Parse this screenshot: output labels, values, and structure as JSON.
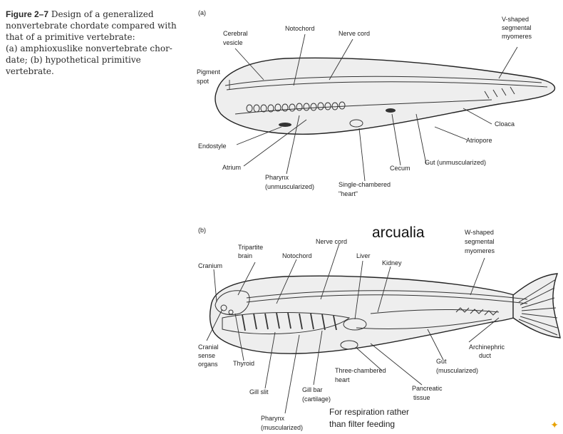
{
  "caption": {
    "figure_label": "Figure 2–7",
    "title": "Design of a generalized",
    "lines": [
      "nonvertebrate chordate compared with",
      "that of a primitive vertebrate:",
      "(a) amphioxuslike nonvertebrate chor-",
      "date; (b) hypothetical primitive",
      "vertebrate."
    ]
  },
  "panel_a": {
    "tag": "(a)",
    "labels": {
      "cerebral_vesicle_1": "Cerebral",
      "cerebral_vesicle_2": "vesicle",
      "notochord": "Notochord",
      "nerve_cord": "Nerve cord",
      "myomeres_1": "V-shaped",
      "myomeres_2": "segmental",
      "myomeres_3": "myomeres",
      "pigment_spot_1": "Pigment",
      "pigment_spot_2": "spot",
      "cloaca": "Cloaca",
      "atriopore": "Atriopore",
      "endostyle": "Endostyle",
      "atrium": "Atrium",
      "cecum": "Cecum",
      "gut": "Gut (unmuscularized)",
      "pharynx_1": "Pharynx",
      "pharynx_2": "(unmuscularized)",
      "heart_1": "Single-chambered",
      "heart_2": "\"heart\""
    }
  },
  "panel_b": {
    "tag": "(b)",
    "title": "arcualia",
    "labels": {
      "brain_1": "Tripartite",
      "brain_2": "brain",
      "nerve_cord": "Nerve cord",
      "notochord": "Notochord",
      "liver": "Liver",
      "kidney": "Kidney",
      "myomeres_1": "W-shaped",
      "myomeres_2": "segmental",
      "myomeres_3": "myomeres",
      "cranium": "Cranium",
      "sense_organs_1": "Cranial",
      "sense_organs_2": "sense",
      "sense_organs_3": "organs",
      "thyroid": "Thyroid",
      "archinephric_1": "Archinephric",
      "archinephric_2": "duct",
      "gut_1": "Gut",
      "gut_2": "(muscularized)",
      "heart_1": "Three-chambered",
      "heart_2": "heart",
      "pancreatic_1": "Pancreatic",
      "pancreatic_2": "tissue",
      "gill_slit": "Gill slit",
      "gill_bar_1": "Gill bar",
      "gill_bar_2": "(cartilage)",
      "pharynx_1": "Pharynx",
      "pharynx_2": "(muscularized)"
    },
    "note_1": "For respiration rather",
    "note_2": "than filter feeding"
  }
}
